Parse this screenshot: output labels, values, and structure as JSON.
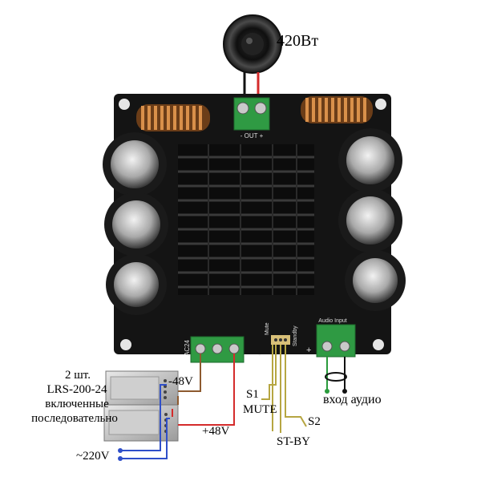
{
  "speaker": {
    "power_label": "420Вт"
  },
  "board": {
    "out_label": "- OUT +",
    "ac_label": "AC24",
    "mute_label": "Mute",
    "standby_label": "Standby",
    "audio_input_label": "Audio Input",
    "minus_sign": "-",
    "plus_sign": "+"
  },
  "power_supply": {
    "count_label": "2 шт.",
    "model_label": "LRS-200-24",
    "line3": "включенные",
    "line4": "последовательно",
    "ac_label": "~220V"
  },
  "wiring": {
    "minus48": "-48V",
    "plus48": "+48V",
    "s1_label": "S1",
    "mute_label": "MUTE",
    "s2_label": "S2",
    "stby_label": "ST-BY",
    "audio_in_label": "вход аудио"
  },
  "colors": {
    "board": "#141414",
    "terminal_green": "#2f9a43",
    "coil_copper": "#b8722f",
    "wire_red": "#d42b2b",
    "wire_blue": "#2f4fc9",
    "wire_brown": "#8d5a2f",
    "wire_olive": "#b6a642"
  }
}
